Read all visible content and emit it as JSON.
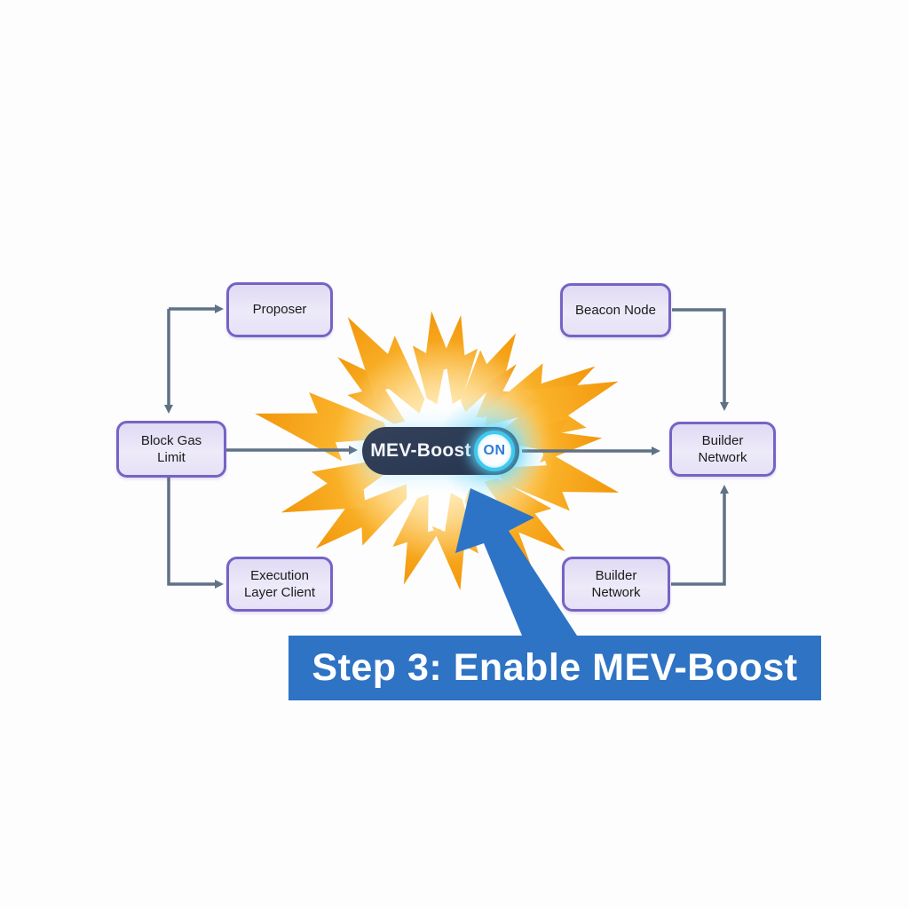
{
  "diagram": {
    "nodes": [
      {
        "id": "proposer",
        "label": "Proposer"
      },
      {
        "id": "beacon-node",
        "label": "Beacon Node"
      },
      {
        "id": "block-gas-limit",
        "label": "Block Gas Limit"
      },
      {
        "id": "builder-network-right",
        "label": "Builder Network"
      },
      {
        "id": "execution-layer-client",
        "label": "Execution Layer Client"
      },
      {
        "id": "builder-network-bottom",
        "label": "Builder Network"
      }
    ],
    "edges": [
      {
        "from": "block-gas-limit",
        "to": "proposer",
        "style": "elbow, arrowheads into Proposer and into Block Gas Limit"
      },
      {
        "from": "block-gas-limit",
        "to": "mev-boost-toggle",
        "style": "straight arrow"
      },
      {
        "from": "block-gas-limit",
        "to": "execution-layer-client",
        "style": "elbow arrow"
      },
      {
        "from": "mev-boost-toggle",
        "to": "builder-network-right",
        "style": "straight arrow"
      },
      {
        "from": "beacon-node",
        "to": "builder-network-right",
        "style": "elbow arrow down"
      },
      {
        "from": "builder-network-bottom",
        "to": "builder-network-right",
        "style": "elbow arrow up"
      }
    ]
  },
  "toggle": {
    "label": "MEV-Boost",
    "state": "ON"
  },
  "banner": {
    "text": "Step 3: Enable MEV-Boost"
  },
  "icons": {
    "lightning_bolt": "jagged yellow bolt radiating from toggle",
    "callout_arrow": "large blue arrow from banner pointing at toggle"
  },
  "colors": {
    "background": "#fdfdfe",
    "node_fill": "#e9e4f7",
    "node_border": "#7663c5",
    "connector": "#5f7285",
    "pill_navy": "#2c3a55",
    "toggle_ring_cyan": "#3fc9f0",
    "on_text_blue": "#2e7cd6",
    "bolt_orange": "#f2960a",
    "bolt_yellow": "#ffc640",
    "banner_blue": "#2e73c4",
    "arrow_blue": "#2e74c6",
    "banner_text": "#ffffff"
  }
}
